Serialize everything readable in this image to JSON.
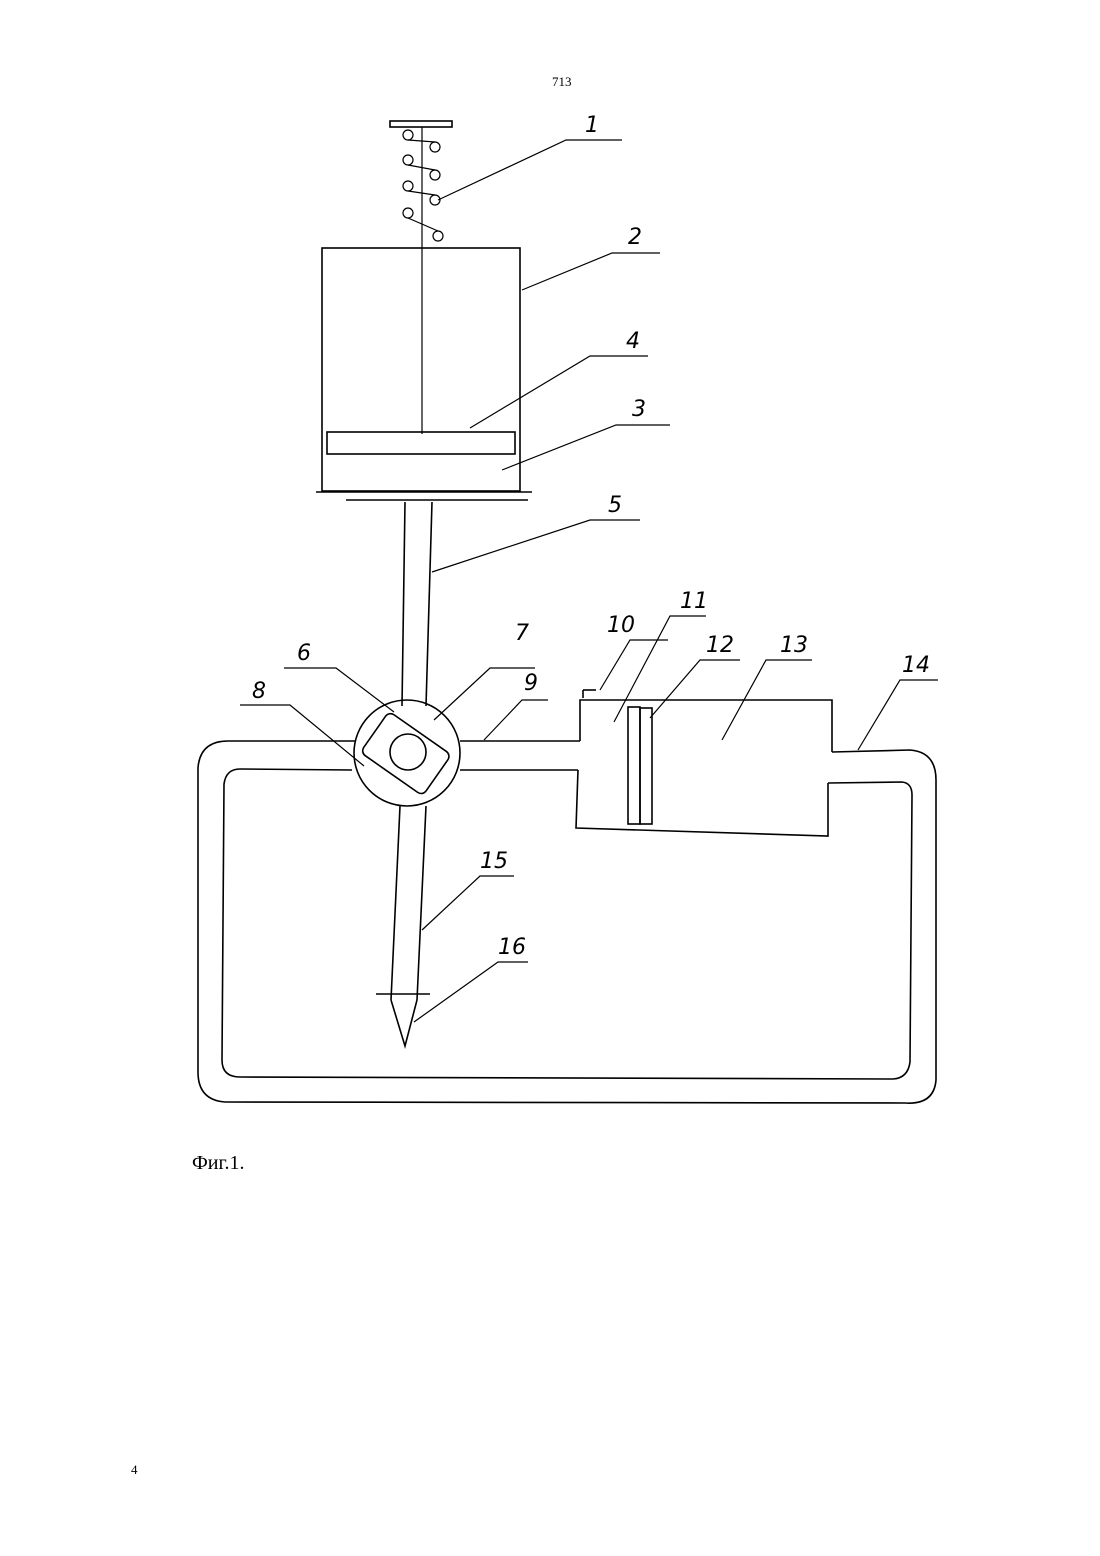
{
  "page": {
    "number": "713",
    "footer": "4"
  },
  "figure": {
    "caption": "Фиг.1."
  },
  "labels": [
    "1",
    "2",
    "4",
    "3",
    "5",
    "7",
    "6",
    "10",
    "11",
    "12",
    "13",
    "14",
    "8",
    "9",
    "15",
    "16"
  ]
}
